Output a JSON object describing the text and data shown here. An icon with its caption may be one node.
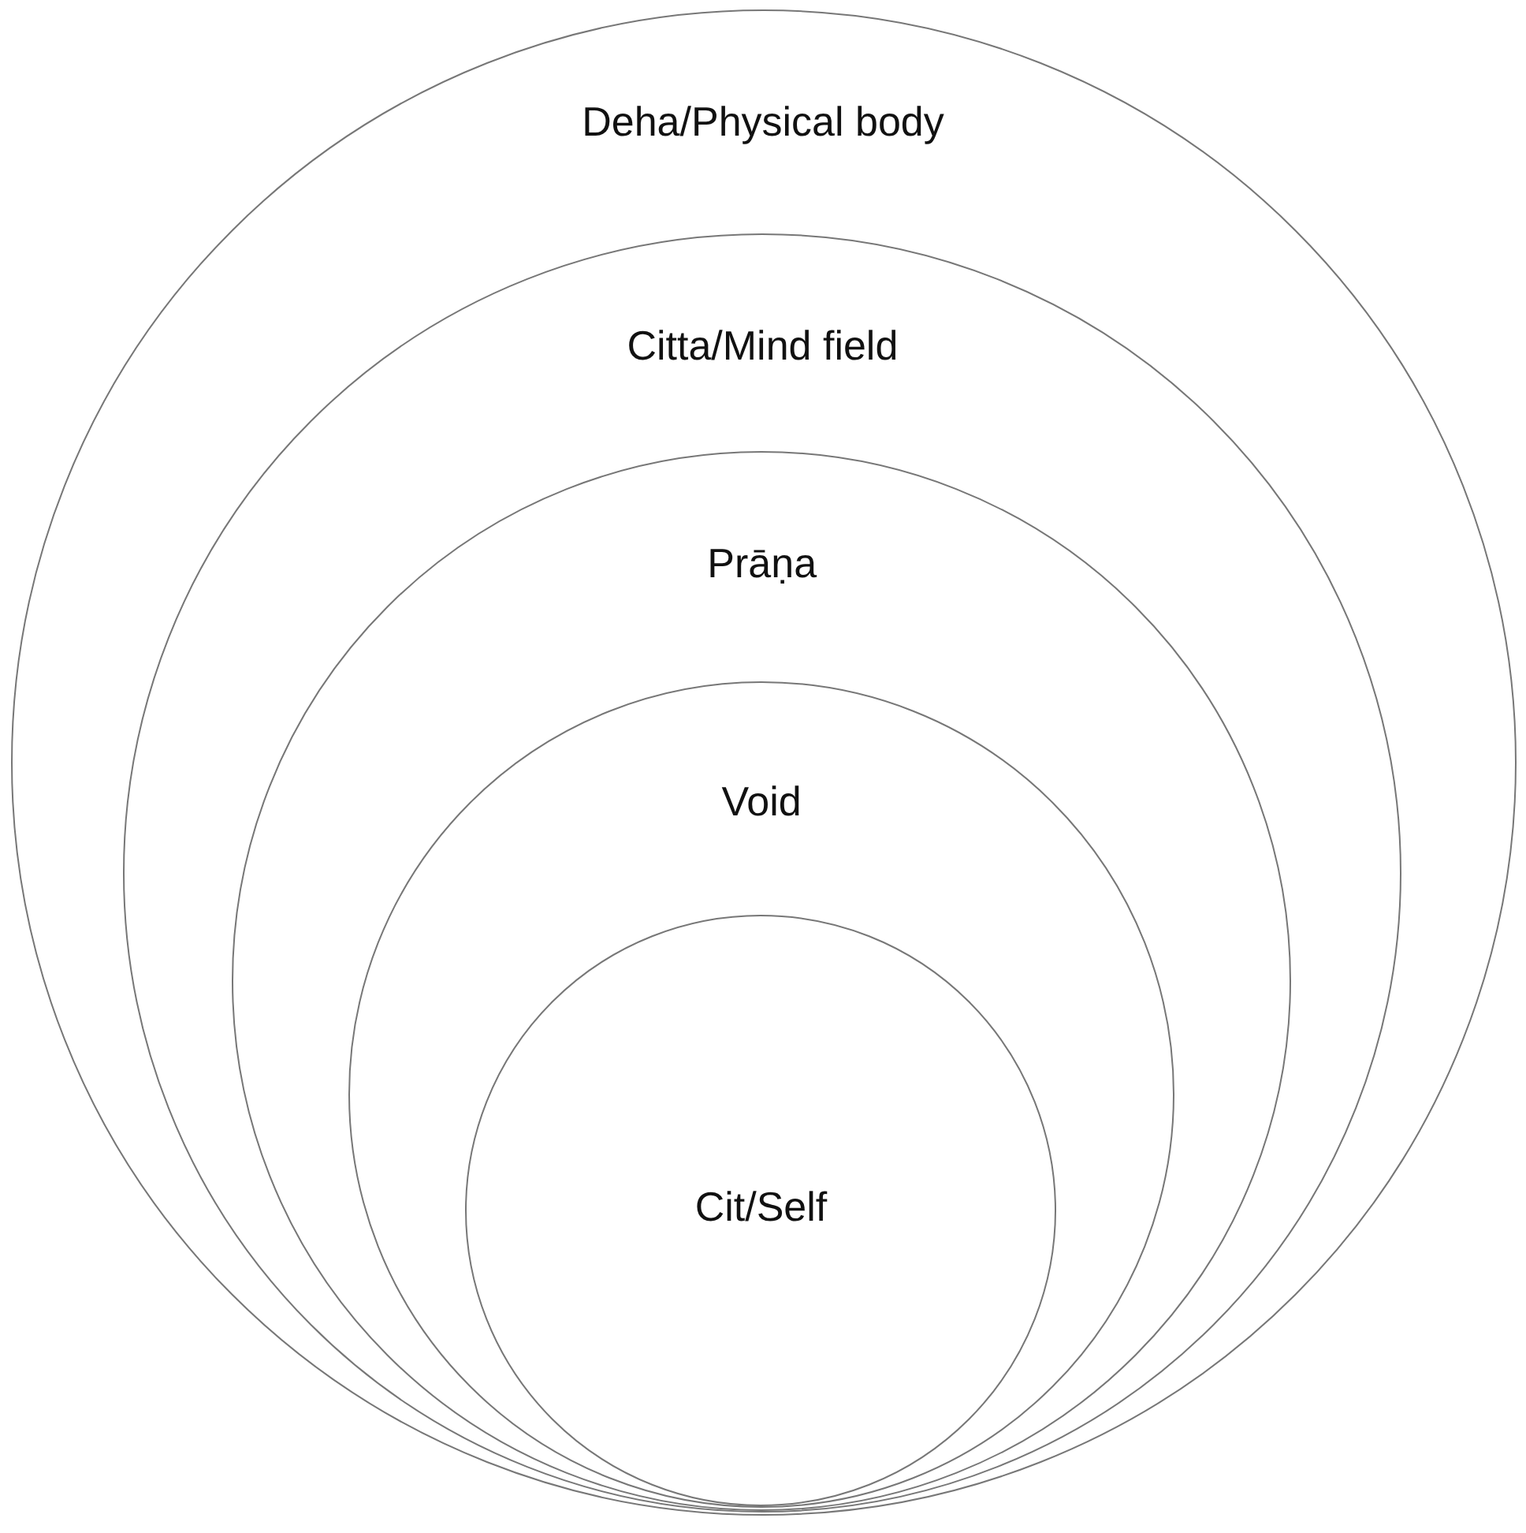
{
  "diagram": {
    "nodes": [
      {
        "text": [
          "Deha/Physical body"
        ]
      },
      {
        "text": [
          "Citta/Mind field"
        ],
        "in": 0
      },
      {
        "text": [
          "Prāṇa"
        ],
        "in": 1
      },
      {
        "text": [
          "Void"
        ],
        "in": 2
      },
      {
        "text": [
          "Cit/Self"
        ],
        "in": 3
      }
    ]
  }
}
